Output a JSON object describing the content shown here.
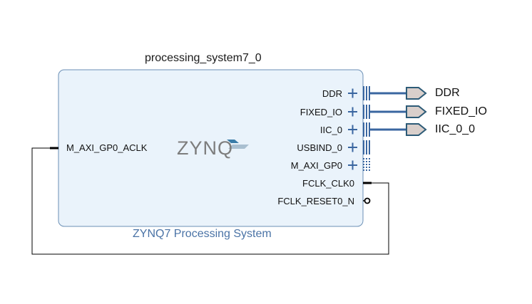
{
  "block": {
    "instance_name": "processing_system7_0",
    "ip_name": "ZYNQ7 Processing System",
    "logo_text": "ZYNQ"
  },
  "ports": {
    "left": [
      {
        "name": "M_AXI_GP0_ACLK",
        "type": "clock-input"
      }
    ],
    "right": [
      {
        "name": "DDR",
        "type": "interface-expandable",
        "connected_external": "DDR"
      },
      {
        "name": "FIXED_IO",
        "type": "interface-expandable",
        "connected_external": "FIXED_IO"
      },
      {
        "name": "IIC_0",
        "type": "interface-expandable",
        "connected_external": "IIC_0_0"
      },
      {
        "name": "USBIND_0",
        "type": "interface-expandable"
      },
      {
        "name": "M_AXI_GP0",
        "type": "interface-expandable-unconnected"
      },
      {
        "name": "FCLK_CLK0",
        "type": "clock-output"
      },
      {
        "name": "FCLK_RESET0_N",
        "type": "reset-output-active-low"
      }
    ]
  },
  "external_ports": [
    {
      "name": "DDR"
    },
    {
      "name": "FIXED_IO"
    },
    {
      "name": "IIC_0_0"
    }
  ],
  "colors": {
    "block_fill": "#eaf3fb",
    "block_border": "#6b8fb5",
    "bus_line": "#3a66a0",
    "port_fill": "#d9cfcb",
    "port_stroke": "#2d5b77",
    "subtitle": "#4a73a6",
    "wire": "#000000"
  }
}
